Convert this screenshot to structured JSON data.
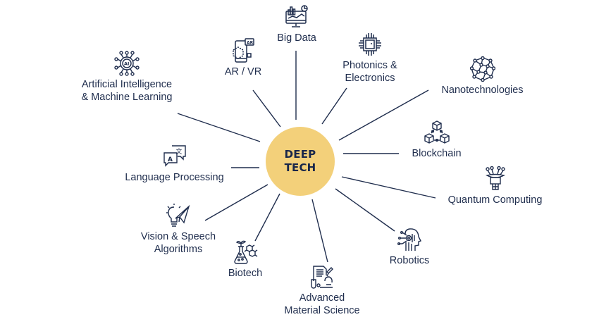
{
  "diagram": {
    "center": {
      "line1": "DEEP",
      "line2": "TECH",
      "color": "#f3d07a"
    },
    "line_color": "#1f2d4d",
    "nodes": [
      {
        "id": "big-data",
        "label": "Big Data",
        "icon": "monitor-chart-icon"
      },
      {
        "id": "ar-vr",
        "label": "AR / VR",
        "icon": "ar-phone-icon"
      },
      {
        "id": "ai-ml",
        "label1": "Artificial Intelligence",
        "label2": "& Machine Learning",
        "icon": "ai-chip-icon"
      },
      {
        "id": "photonics",
        "label1": "Photonics &",
        "label2": "Electronics",
        "icon": "microchip-icon"
      },
      {
        "id": "nano",
        "label": "Nanotechnologies",
        "icon": "molecule-network-icon"
      },
      {
        "id": "blockchain",
        "label": "Blockchain",
        "icon": "blockchain-cubes-icon"
      },
      {
        "id": "quantum",
        "label": "Quantum Computing",
        "icon": "quantum-computer-icon"
      },
      {
        "id": "robotics",
        "label": "Robotics",
        "icon": "robot-head-icon"
      },
      {
        "id": "material",
        "label1": "Advanced",
        "label2": "Material Science",
        "icon": "microscope-document-icon"
      },
      {
        "id": "biotech",
        "label": "Biotech",
        "icon": "flask-molecule-icon"
      },
      {
        "id": "vision",
        "label1": "Vision & Speech",
        "label2": "Algorithms",
        "icon": "lightbulb-plane-icon"
      },
      {
        "id": "language",
        "label": "Language Processing",
        "icon": "translate-bubbles-icon"
      }
    ]
  }
}
